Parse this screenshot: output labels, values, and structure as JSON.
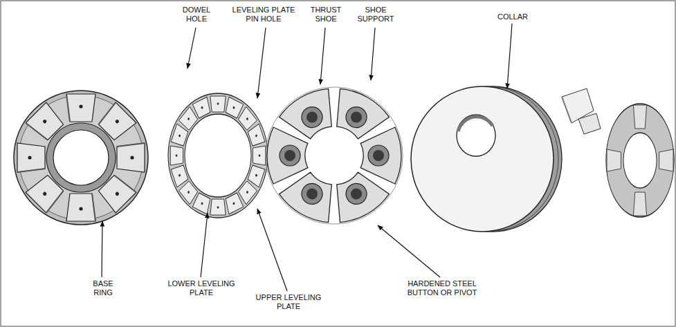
{
  "diagram": {
    "labels": [
      "DOWEL HOLE",
      "LEVELING PLATE PIN HOLE",
      "THRUST SHOE",
      "SHOE SUPPORT",
      "COLLAR",
      "BASE RING",
      "LOWER LEVELING PLATE",
      "UPPER LEVELING PLATE",
      "HARDENED STEEL BUTTON OR PIVOT"
    ]
  }
}
